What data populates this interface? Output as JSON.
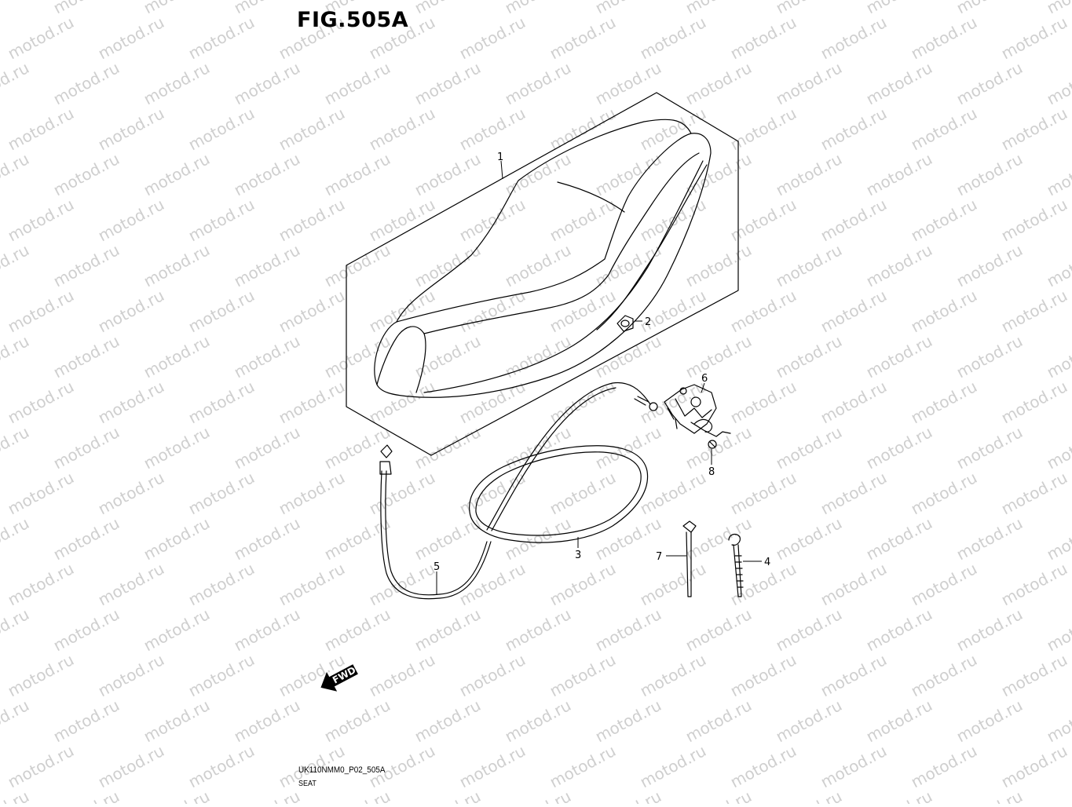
{
  "diagram": {
    "title": "FIG.505A",
    "code": "UK110NMM0_P02_505A",
    "caption": "SEAT",
    "watermark": "motod.ru",
    "direction_marker": "FWD",
    "callouts": [
      "1",
      "2",
      "3",
      "4",
      "5",
      "6",
      "7",
      "8"
    ]
  }
}
